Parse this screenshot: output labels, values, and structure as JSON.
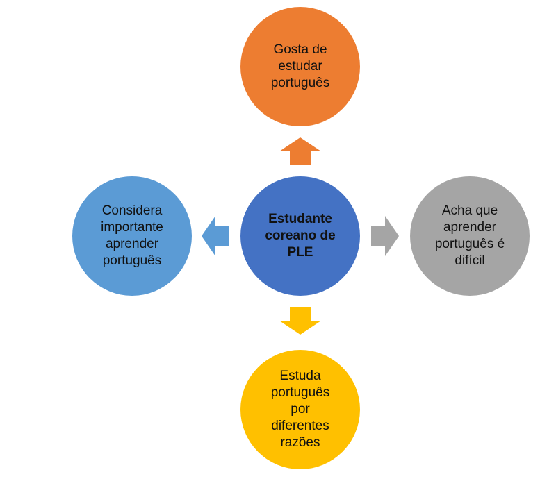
{
  "center": {
    "label": "Estudante\ncoreano de\nPLE",
    "color": "#4472C4"
  },
  "top": {
    "label": "Gosta de\nestudar\nportuguês",
    "color": "#ED7D31"
  },
  "left": {
    "label": "Considera\nimportante\naprender\nportuguês",
    "color": "#5B9BD5"
  },
  "right": {
    "label": "Acha que\naprender\nportuguês é\ndifícil",
    "color": "#A5A5A5"
  },
  "bottom": {
    "label": "Estuda\nportuguês\npor\ndiferentes\nrazões",
    "color": "#FFC000"
  }
}
